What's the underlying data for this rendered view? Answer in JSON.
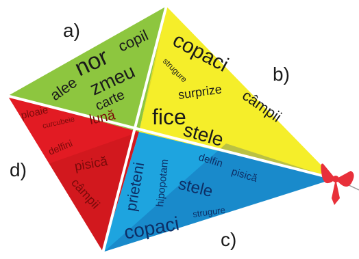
{
  "labels": {
    "a": "a)",
    "b": "b)",
    "c": "c)",
    "d": "d)"
  },
  "colors": {
    "green": "#8dc63f",
    "yellow": "#f5ee2a",
    "red": "#e21b23",
    "blue": "#1ea4df",
    "words_green": "#1a1a1a",
    "words_yellow": "#1a1a1a",
    "words_red": "#7a0a0a",
    "words_blue": "#0d2f66",
    "ribbon": "#e8303a"
  },
  "panels": {
    "green": {
      "words": [
        "alee",
        "nor",
        "copil",
        "zmeu",
        "carte"
      ]
    },
    "yellow": {
      "words": [
        "copaci",
        "strugure",
        "surprize",
        "câmpii",
        "fice",
        "stele"
      ]
    },
    "red": {
      "words": [
        "ploaie",
        "curcubeie",
        "lună",
        "delfini",
        "pisică",
        "câmpii"
      ]
    },
    "blue": {
      "words": [
        "prieteni",
        "hipopotam",
        "delfin",
        "pisică",
        "stele",
        "copaci",
        "strugure"
      ]
    }
  }
}
